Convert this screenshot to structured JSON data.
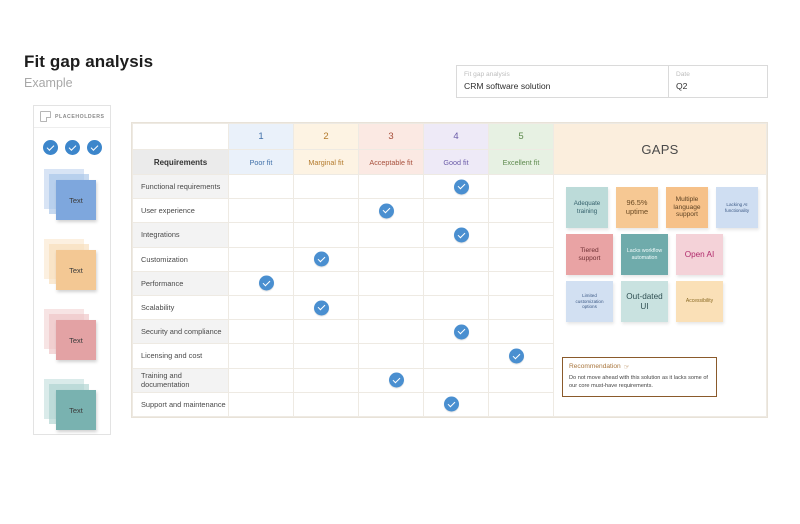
{
  "page": {
    "title": "Fit gap analysis",
    "subtitle": "Example"
  },
  "meta": {
    "subject_label": "Fit gap analysis",
    "subject_value": "CRM software solution",
    "date_label": "Date",
    "date_value": "Q2"
  },
  "placeholders": {
    "title": "PLACEHOLDERS",
    "icon": "sticky-note-icon",
    "check_count": 3,
    "stacks": [
      {
        "label": "Text",
        "color": "#7ea7dd",
        "back": "#a8c4e8"
      },
      {
        "label": "Text",
        "color": "#f3c894",
        "back": "#f8ddba"
      },
      {
        "label": "Text",
        "color": "#e3a2a4",
        "back": "#eec3c4"
      },
      {
        "label": "Text",
        "color": "#79b2b0",
        "back": "#aed2d0"
      }
    ]
  },
  "matrix": {
    "requirements_header": "Requirements",
    "gaps_header": "GAPS",
    "scale_numbers": [
      "1",
      "2",
      "3",
      "4",
      "5"
    ],
    "scale_labels": [
      "Poor fit",
      "Marginal fit",
      "Acceptable fit",
      "Good fit",
      "Excellent fit"
    ],
    "rows": [
      {
        "label": "Functional requirements",
        "score": 4
      },
      {
        "label": "User experience",
        "score": 3
      },
      {
        "label": "Integrations",
        "score": 4
      },
      {
        "label": "Customization",
        "score": 2
      },
      {
        "label": "Performance",
        "score": 1
      },
      {
        "label": "Scalability",
        "score": 2
      },
      {
        "label": "Security and compliance",
        "score": 4
      },
      {
        "label": "Licensing and cost",
        "score": 5
      },
      {
        "label": "Training and documentation",
        "score": 3
      },
      {
        "label": "Support and maintenance",
        "score": 4
      }
    ]
  },
  "gaps": {
    "notes": [
      [
        {
          "text": "Adequate training",
          "bg": "#bcdbd9",
          "fg": "#34606b",
          "size": 6.2
        },
        {
          "text": "96.5% uptime",
          "bg": "#f6c893",
          "fg": "#6b4a23",
          "size": 7.4
        },
        {
          "text": "Multiple language support",
          "bg": "#f6c189",
          "fg": "#5d4223",
          "size": 6.6
        },
        {
          "text": "Lacking AI functionality",
          "bg": "#cfdef2",
          "fg": "#3d5a86",
          "size": 4.6
        }
      ],
      [
        {
          "text": "Tiered support",
          "bg": "#e9a3a4",
          "fg": "#6e2f33",
          "size": 6.6
        },
        {
          "text": "Lacks workflow automation",
          "bg": "#6fabab",
          "fg": "#f2fbfb",
          "size": 5.2
        },
        {
          "text": "Open AI",
          "bg": "#f4d2d8",
          "fg": "#b02a6b",
          "size": 8.2
        }
      ],
      [
        {
          "text": "Limited customization options",
          "bg": "#d2e0f2",
          "fg": "#3d5a86",
          "size": 4.6
        },
        {
          "text": "Out-dated UI",
          "bg": "#c9e2e0",
          "fg": "#2f4f52",
          "size": 8.2
        },
        {
          "text": "Accessibility",
          "bg": "#fae0b7",
          "fg": "#8a6a23",
          "size": 5.0
        }
      ]
    ],
    "recommendation": {
      "heading": "Recommendation",
      "icon": "pointing-hand-icon",
      "icon_glyph": "☞",
      "body": "Do not move ahead with this solution as it lacks some of our core must-have requirements."
    }
  },
  "colors": {
    "check_blue": "#4a8fd0",
    "gaps_header_bg": "#fbeedd",
    "recommendation_border": "#8a5a2b"
  }
}
